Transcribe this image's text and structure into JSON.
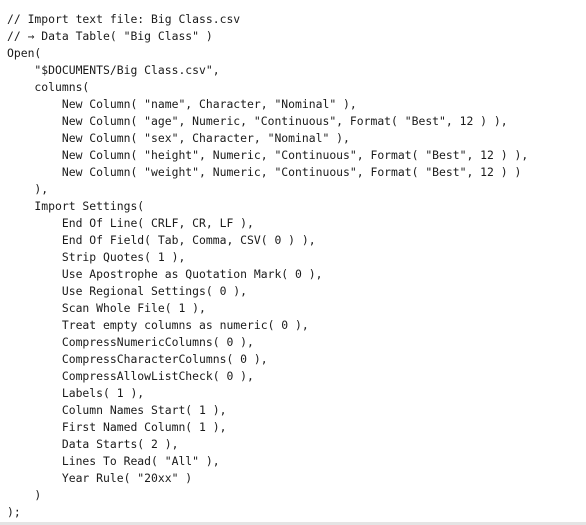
{
  "script_editor": {
    "lines": [
      "// Import text file: Big Class.csv",
      "// → Data Table( \"Big Class\" )",
      "Open(",
      "    \"$DOCUMENTS/Big Class.csv\",",
      "    columns(",
      "        New Column( \"name\", Character, \"Nominal\" ),",
      "        New Column( \"age\", Numeric, \"Continuous\", Format( \"Best\", 12 ) ),",
      "        New Column( \"sex\", Character, \"Nominal\" ),",
      "        New Column( \"height\", Numeric, \"Continuous\", Format( \"Best\", 12 ) ),",
      "        New Column( \"weight\", Numeric, \"Continuous\", Format( \"Best\", 12 ) )",
      "    ),",
      "    Import Settings(",
      "        End Of Line( CRLF, CR, LF ),",
      "        End Of Field( Tab, Comma, CSV( 0 ) ),",
      "        Strip Quotes( 1 ),",
      "        Use Apostrophe as Quotation Mark( 0 ),",
      "        Use Regional Settings( 0 ),",
      "        Scan Whole File( 1 ),",
      "        Treat empty columns as numeric( 0 ),",
      "        CompressNumericColumns( 0 ),",
      "        CompressCharacterColumns( 0 ),",
      "        CompressAllowListCheck( 0 ),",
      "        Labels( 1 ),",
      "        Column Names Start( 1 ),",
      "        First Named Column( 1 ),",
      "        Data Starts( 2 ),",
      "        Lines To Read( \"All\" ),",
      "        Year Rule( \"20xx\" )",
      "    )",
      ");"
    ]
  }
}
